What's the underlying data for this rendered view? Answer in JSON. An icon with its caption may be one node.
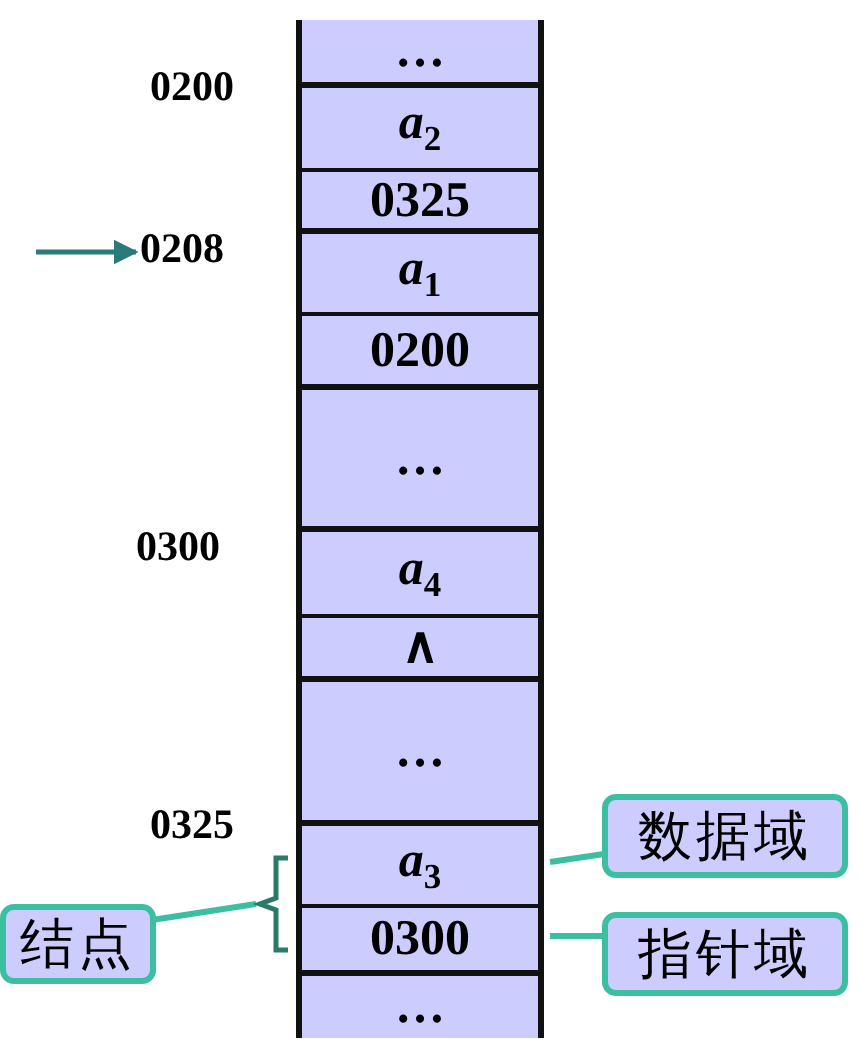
{
  "diagram": {
    "nodes": [
      {
        "text": [],
        "shape": "bar"
      },
      {
        "text": [
          "…"
        ],
        "in": 0
      },
      {
        "text": [
          "*a*$_{2}$"
        ],
        "in": 0
      },
      {
        "text": [
          "0325"
        ],
        "in": 0
      },
      {
        "text": [
          "*a*$_{1}$"
        ],
        "in": 0
      },
      {
        "text": [
          "0200"
        ],
        "in": 0
      },
      {
        "text": [
          "…"
        ],
        "in": 0
      },
      {
        "text": [
          "*a*$_{4}$"
        ],
        "in": 0
      },
      {
        "text": [
          "∧"
        ],
        "in": 0
      },
      {
        "text": [
          "…"
        ],
        "in": 0
      },
      {
        "text": [
          "*a*$_{3}$"
        ],
        "in": 0
      },
      {
        "text": [
          "0300"
        ],
        "in": 0
      },
      {
        "text": [
          "…"
        ],
        "in": 0
      },
      {
        "text": [
          "0208"
        ]
      },
      {
        "text": [
          "数据域"
        ]
      },
      {
        "text": [
          "指针域"
        ]
      },
      {
        "text": [
          "结点"
        ]
      },
      {
        "text": [],
        "shape": "brace"
      }
    ],
    "edges": [
      {
        "from": null,
        "to": 13,
        "arrow": "to"
      },
      {
        "from": 14,
        "to": 10,
        "arrow": "none"
      },
      {
        "from": 15,
        "to": 11,
        "arrow": "none"
      },
      {
        "from": 16,
        "to": 17,
        "arrow": "none"
      }
    ],
    "labels": [
      "0200",
      "0300",
      "0325"
    ]
  }
}
